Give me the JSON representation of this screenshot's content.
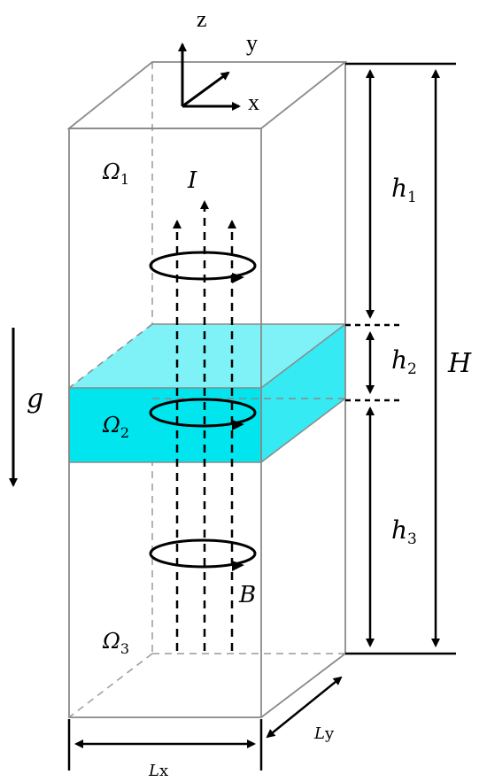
{
  "labels": {
    "axis_z": "z",
    "axis_y": "y",
    "axis_x": "x",
    "omega_1": "Ω",
    "omega_1_sub": "1",
    "omega_2": "Ω",
    "omega_2_sub": "2",
    "omega_3": "Ω",
    "omega_3_sub": "3",
    "current": "I",
    "magnetic_field": "B",
    "gravity": "g",
    "h1": "h",
    "h1_sub": "1",
    "h2": "h",
    "h2_sub": "2",
    "h3": "h",
    "h3_sub": "3",
    "height": "H",
    "lx": "L",
    "lx_sub": "x",
    "ly": "L",
    "ly_sub": "y"
  },
  "colors": {
    "layer_fill": "#00E5EE",
    "layer_top": "#7FF2F7",
    "edge": "#8a8a8a",
    "ink": "#000000"
  }
}
